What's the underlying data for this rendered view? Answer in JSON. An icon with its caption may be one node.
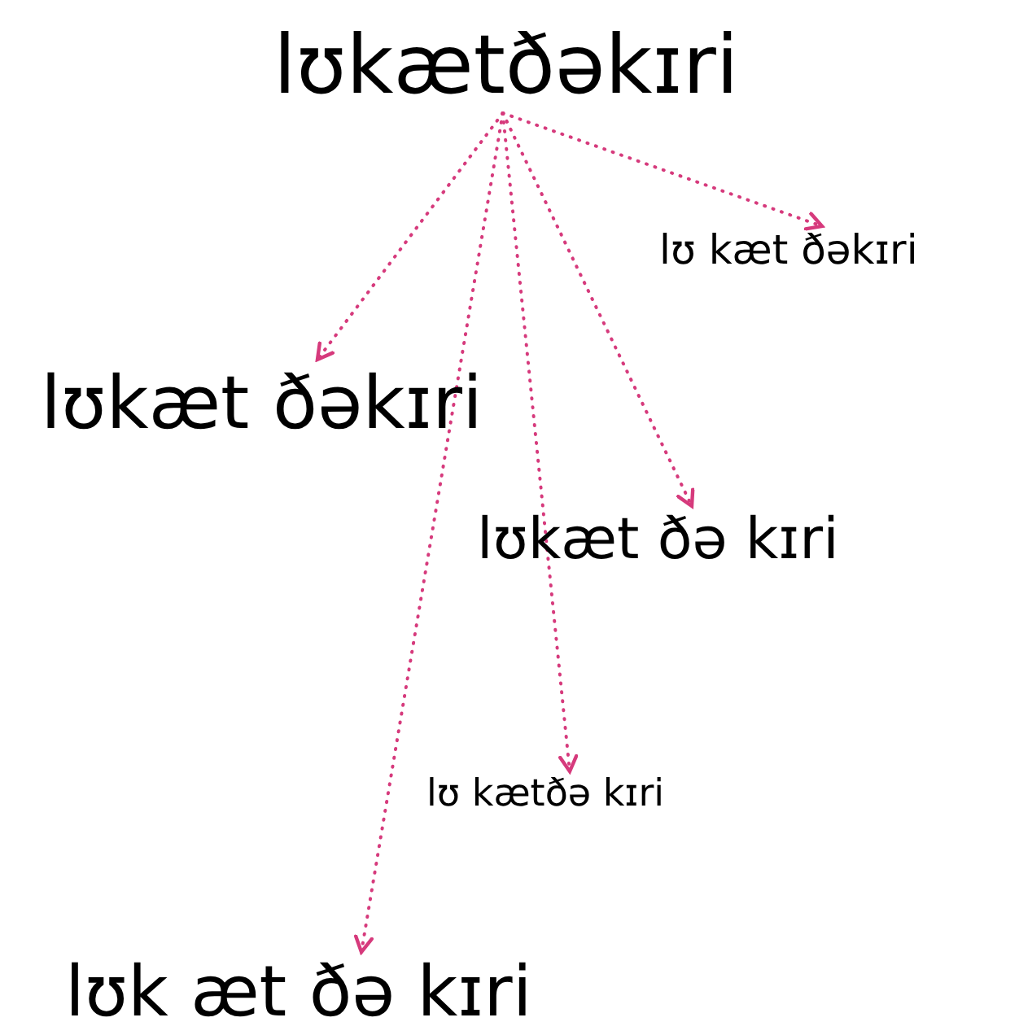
{
  "diagram": {
    "nodes": [
      {
        "text": [
          "lʊkætðəkɪri"
        ]
      },
      {
        "text": [
          "lʊ kæt ðəkɪri"
        ]
      },
      {
        "text": [
          "lʊkæt ðəkɪri"
        ]
      },
      {
        "text": [
          "lʊkæt ðə kɪri"
        ]
      },
      {
        "text": [
          "lʊ kætðə kɪri"
        ]
      },
      {
        "text": [
          "lʊk æt ðə kɪri"
        ]
      }
    ],
    "edges": [
      {
        "from": 0,
        "to": 1,
        "arrow": "to",
        "style": "dashed"
      },
      {
        "from": 0,
        "to": 2,
        "arrow": "to",
        "style": "dashed"
      },
      {
        "from": 0,
        "to": 3,
        "arrow": "to",
        "style": "dashed"
      },
      {
        "from": 0,
        "to": 4,
        "arrow": "to",
        "style": "dashed"
      },
      {
        "from": 0,
        "to": 5,
        "arrow": "to",
        "style": "dashed"
      }
    ]
  }
}
